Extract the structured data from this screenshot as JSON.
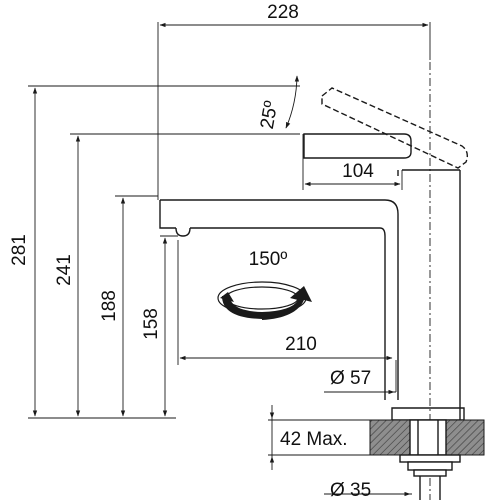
{
  "dimensions": {
    "overall_width": "228",
    "lever_angle": "25º",
    "lever_length": "104",
    "total_height": "281",
    "lever_height": "241",
    "spout_top_height": "188",
    "spout_outlet_height": "158",
    "rotation": "150º",
    "spout_reach": "210",
    "base_diameter": "Ø 57",
    "max_counter_thickness": "42 Max.",
    "hole_diameter": "Ø 35"
  }
}
